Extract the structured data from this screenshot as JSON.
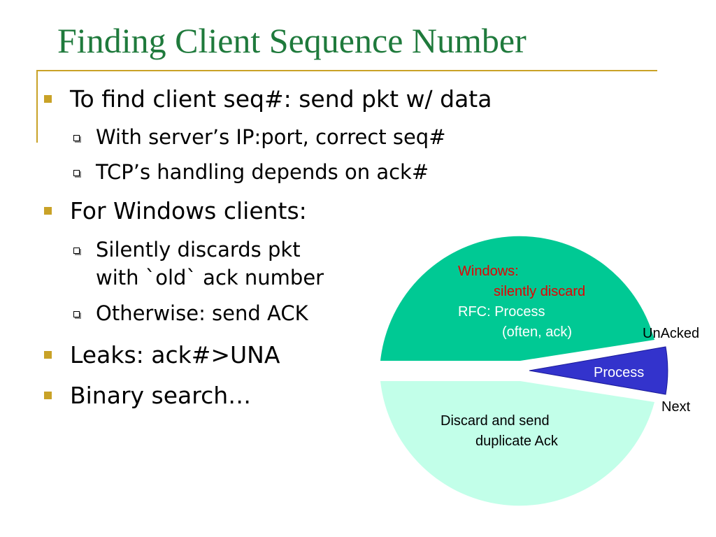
{
  "slide": {
    "title": "Finding Client Sequence Number",
    "bullets": [
      {
        "text": "To find client seq#: send pkt w/ data"
      },
      {
        "text": "With server’s IP:port, correct seq#"
      },
      {
        "text": "TCP’s handling depends on ack#"
      },
      {
        "text": "For Windows clients:"
      },
      {
        "text": "Silently discards pkt"
      },
      {
        "text": "with `old` ack number"
      },
      {
        "text": "Otherwise: send ACK"
      },
      {
        "text": "Leaks: ack#>UNA"
      },
      {
        "text": "Binary search…"
      }
    ]
  },
  "diagram": {
    "top_region": {
      "line1": "Windows:",
      "line2": "silently discard",
      "line3": "RFC: Process",
      "line4": "(often, ack)"
    },
    "middle_region": {
      "label": "Process"
    },
    "bottom_region": {
      "line1": "Discard and send",
      "line2": "duplicate Ack"
    },
    "boundary_labels": {
      "upper": "UnAcked",
      "lower": "Next"
    }
  },
  "colors": {
    "title": "#1f7a3c",
    "accent_rule": "#c9a227",
    "region_top": "#00c994",
    "region_middle": "#3333cc",
    "region_bottom": "#c2ffe9",
    "red_text": "#e60000",
    "white_text": "#ffffff"
  }
}
